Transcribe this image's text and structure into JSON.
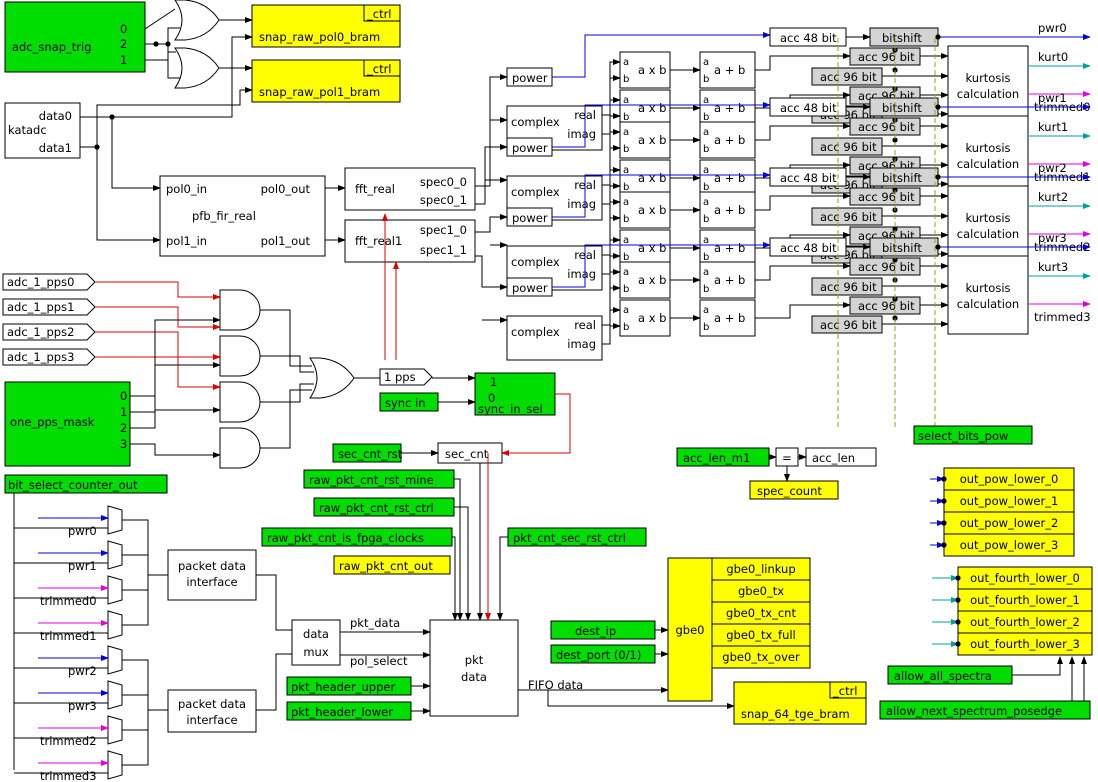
{
  "colors": {
    "green": "#00dd00",
    "yellow": "#ffff00",
    "grey": "#d4d4d4",
    "white": "#ffffff",
    "red": "#e00000",
    "blue": "#0000e0",
    "cyan": "#00a0a0",
    "magenta": "#e000e0"
  },
  "adc_snap_trig": {
    "label": "adc_snap_trig",
    "ports": [
      "0",
      "2",
      "1"
    ]
  },
  "snap_pol0": {
    "label": "snap_raw_pol0_bram",
    "tag": "_ctrl"
  },
  "snap_pol1": {
    "label": "snap_raw_pol1_bram",
    "tag": "_ctrl"
  },
  "katadc": {
    "label": "katadc",
    "out0": "data0",
    "out1": "data1"
  },
  "pfb": {
    "label": "pfb_fir_real",
    "in0": "pol0_in",
    "in1": "pol1_in",
    "out0": "pol0_out",
    "out1": "pol1_out"
  },
  "fft0": {
    "label": "fft_real",
    "out0": "spec0_0",
    "out1": "spec0_1"
  },
  "fft1": {
    "label": "fft_real1",
    "out0": "spec1_0",
    "out1": "spec1_1"
  },
  "pps": {
    "inputs": [
      "adc_1_pps0",
      "adc_1_pps1",
      "adc_1_pps2",
      "adc_1_pps3"
    ],
    "mask": "one_pps_mask",
    "mask_ports": [
      "0",
      "1",
      "2",
      "3"
    ],
    "out": "1 pps"
  },
  "sync": {
    "in": "sync in",
    "sel": "sync_in_sel",
    "port1": "1",
    "port0": "0"
  },
  "sec": {
    "rst": "sec_cnt_rst",
    "cnt": "sec_cnt"
  },
  "accsel": {
    "m1": "acc_len_m1",
    "eq": "=",
    "len": "acc_len",
    "spec": "spec_count"
  },
  "select_bits": "select_bits_pow",
  "ops": {
    "power": "power",
    "complex": "complex",
    "real": "real",
    "imag": "imag",
    "mul": "a x b",
    "add": "a + b",
    "a": "a",
    "b": "b",
    "acc48": "acc 48 bit",
    "acc96": "acc 96 bit",
    "bitshift": "bitshift"
  },
  "kurt": {
    "line1": "kurtosis",
    "line2": "calculation"
  },
  "outputs": [
    {
      "pwr": "pwr0",
      "kurt": "kurt0",
      "trim": "trimmed0"
    },
    {
      "pwr": "pwr1",
      "kurt": "kurt1",
      "trim": "trimmed1"
    },
    {
      "pwr": "pwr2",
      "kurt": "kurt2",
      "trim": "trimmed2"
    },
    {
      "pwr": "pwr3",
      "kurt": "kurt3",
      "trim": "trimmed3"
    }
  ],
  "bit_select": "bit_select_counter_out",
  "mux_inputs": [
    "pwr0",
    "pwr1",
    "trimmed0",
    "trimmed1",
    "pwr2",
    "pwr3",
    "trimmed2",
    "trimmed3"
  ],
  "pdi": {
    "line1": "packet data",
    "line2": "interface"
  },
  "datamux": {
    "line1": "data",
    "line2": "mux",
    "out1": "pkt_data",
    "out2": "pol_select"
  },
  "pkt": {
    "line1": "pkt",
    "line2": "data",
    "fifo": "FIFO data"
  },
  "counters": [
    "raw_pkt_cnt_rst_mine",
    "raw_pkt_cnt_rst_ctrl",
    "raw_pkt_cnt_is_fpga_clocks",
    "raw_pkt_cnt_out",
    "pkt_cnt_sec_rst_ctrl"
  ],
  "headers": [
    "pkt_header_upper",
    "pkt_header_lower"
  ],
  "gbe": {
    "label": "gbe0",
    "inputs": [
      "dest_ip",
      "dest_port (0/1)"
    ],
    "outputs": [
      "gbe0_linkup",
      "gbe0_tx",
      "gbe0_tx_cnt",
      "gbe0_tx_full",
      "gbe0_tx_over"
    ]
  },
  "snap64": {
    "label": "snap_64_tge_bram",
    "tag": "_ctrl"
  },
  "out_pow": [
    "out_pow_lower_0",
    "out_pow_lower_1",
    "out_pow_lower_2",
    "out_pow_lower_3"
  ],
  "out_fourth": [
    "out_fourth_lower_0",
    "out_fourth_lower_1",
    "out_fourth_lower_2",
    "out_fourth_lower_3"
  ],
  "allow": [
    "allow_all_spectra",
    "allow_next_spectrum_posedge"
  ]
}
